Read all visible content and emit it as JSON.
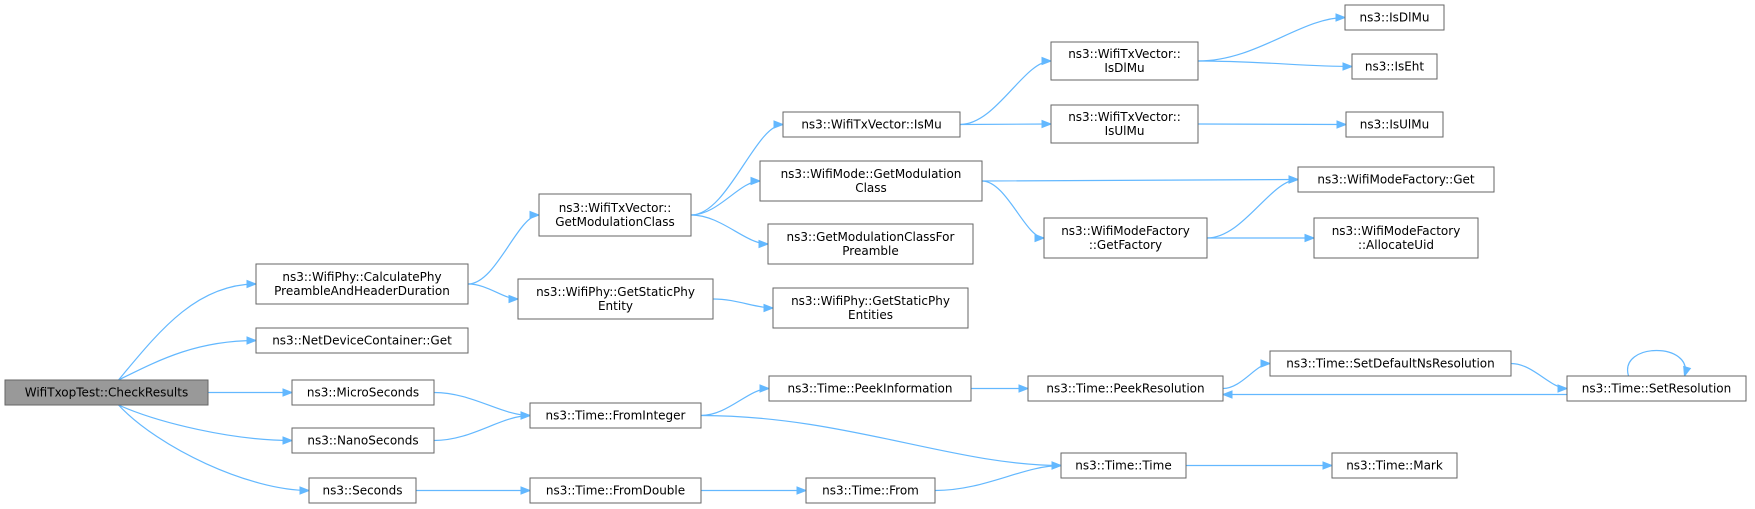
{
  "colors": {
    "edge": "#63b8ff",
    "node_border": "#666666",
    "root_fill": "#999999",
    "node_fill": "#ffffff"
  },
  "nodes": [
    {
      "id": "root",
      "lines": [
        "WifiTxopTest::CheckResults"
      ],
      "root": true
    },
    {
      "id": "calcPhy",
      "lines": [
        "ns3::WifiPhy::CalculatePhy",
        "PreambleAndHeaderDuration"
      ]
    },
    {
      "id": "ndcGet",
      "lines": [
        "ns3::NetDeviceContainer::Get"
      ]
    },
    {
      "id": "micro",
      "lines": [
        "ns3::MicroSeconds"
      ]
    },
    {
      "id": "nano",
      "lines": [
        "ns3::NanoSeconds"
      ]
    },
    {
      "id": "seconds",
      "lines": [
        "ns3::Seconds"
      ]
    },
    {
      "id": "getModClass",
      "lines": [
        "ns3::WifiTxVector::",
        "GetModulationClass"
      ]
    },
    {
      "id": "staticPhyEntity",
      "lines": [
        "ns3::WifiPhy::GetStaticPhy",
        "Entity"
      ]
    },
    {
      "id": "fromInteger",
      "lines": [
        "ns3::Time::FromInteger"
      ]
    },
    {
      "id": "fromDouble",
      "lines": [
        "ns3::Time::FromDouble"
      ]
    },
    {
      "id": "isMu",
      "lines": [
        "ns3::WifiTxVector::IsMu"
      ]
    },
    {
      "id": "modeGetModClass",
      "lines": [
        "ns3::WifiMode::GetModulation",
        "Class"
      ]
    },
    {
      "id": "modClassForPreamble",
      "lines": [
        "ns3::GetModulationClassFor",
        "Preamble"
      ]
    },
    {
      "id": "staticPhyEntities",
      "lines": [
        "ns3::WifiPhy::GetStaticPhy",
        "Entities"
      ]
    },
    {
      "id": "peekInfo",
      "lines": [
        "ns3::Time::PeekInformation"
      ]
    },
    {
      "id": "timeFrom",
      "lines": [
        "ns3::Time::From"
      ]
    },
    {
      "id": "txIsDlMu",
      "lines": [
        "ns3::WifiTxVector::",
        "IsDlMu"
      ]
    },
    {
      "id": "txIsUlMu",
      "lines": [
        "ns3::WifiTxVector::",
        "IsUlMu"
      ]
    },
    {
      "id": "getFactory",
      "lines": [
        "ns3::WifiModeFactory",
        "::GetFactory"
      ]
    },
    {
      "id": "peekRes",
      "lines": [
        "ns3::Time::PeekResolution"
      ]
    },
    {
      "id": "timeTime",
      "lines": [
        "ns3::Time::Time"
      ]
    },
    {
      "id": "setDefaultNsRes",
      "lines": [
        "ns3::Time::SetDefaultNsResolution"
      ]
    },
    {
      "id": "isDlMu",
      "lines": [
        "ns3::IsDlMu"
      ]
    },
    {
      "id": "isEht",
      "lines": [
        "ns3::IsEht"
      ]
    },
    {
      "id": "isUlMu",
      "lines": [
        "ns3::IsUlMu"
      ]
    },
    {
      "id": "factoryGet",
      "lines": [
        "ns3::WifiModeFactory::Get"
      ]
    },
    {
      "id": "allocateUid",
      "lines": [
        "ns3::WifiModeFactory",
        "::AllocateUid"
      ]
    },
    {
      "id": "setRes",
      "lines": [
        "ns3::Time::SetResolution"
      ]
    },
    {
      "id": "timeMark",
      "lines": [
        "ns3::Time::Mark"
      ]
    }
  ],
  "edges": [
    [
      "root",
      "calcPhy"
    ],
    [
      "root",
      "ndcGet"
    ],
    [
      "root",
      "micro"
    ],
    [
      "root",
      "nano"
    ],
    [
      "root",
      "seconds"
    ],
    [
      "calcPhy",
      "getModClass"
    ],
    [
      "calcPhy",
      "staticPhyEntity"
    ],
    [
      "getModClass",
      "isMu"
    ],
    [
      "getModClass",
      "modeGetModClass"
    ],
    [
      "getModClass",
      "modClassForPreamble"
    ],
    [
      "staticPhyEntity",
      "staticPhyEntities"
    ],
    [
      "isMu",
      "txIsDlMu"
    ],
    [
      "isMu",
      "txIsUlMu"
    ],
    [
      "txIsDlMu",
      "isDlMu"
    ],
    [
      "txIsDlMu",
      "isEht"
    ],
    [
      "txIsUlMu",
      "isUlMu"
    ],
    [
      "modeGetModClass",
      "factoryGet"
    ],
    [
      "modeGetModClass",
      "getFactory"
    ],
    [
      "getFactory",
      "factoryGet"
    ],
    [
      "getFactory",
      "allocateUid"
    ],
    [
      "micro",
      "fromInteger"
    ],
    [
      "nano",
      "fromInteger"
    ],
    [
      "fromInteger",
      "peekInfo"
    ],
    [
      "fromInteger",
      "timeTime"
    ],
    [
      "peekInfo",
      "peekRes"
    ],
    [
      "peekRes",
      "setDefaultNsRes"
    ],
    [
      "setDefaultNsRes",
      "setRes"
    ],
    [
      "setRes",
      "peekRes"
    ],
    [
      "setRes",
      "setRes"
    ],
    [
      "seconds",
      "fromDouble"
    ],
    [
      "fromDouble",
      "timeFrom"
    ],
    [
      "timeFrom",
      "timeTime"
    ],
    [
      "timeTime",
      "timeMark"
    ]
  ]
}
